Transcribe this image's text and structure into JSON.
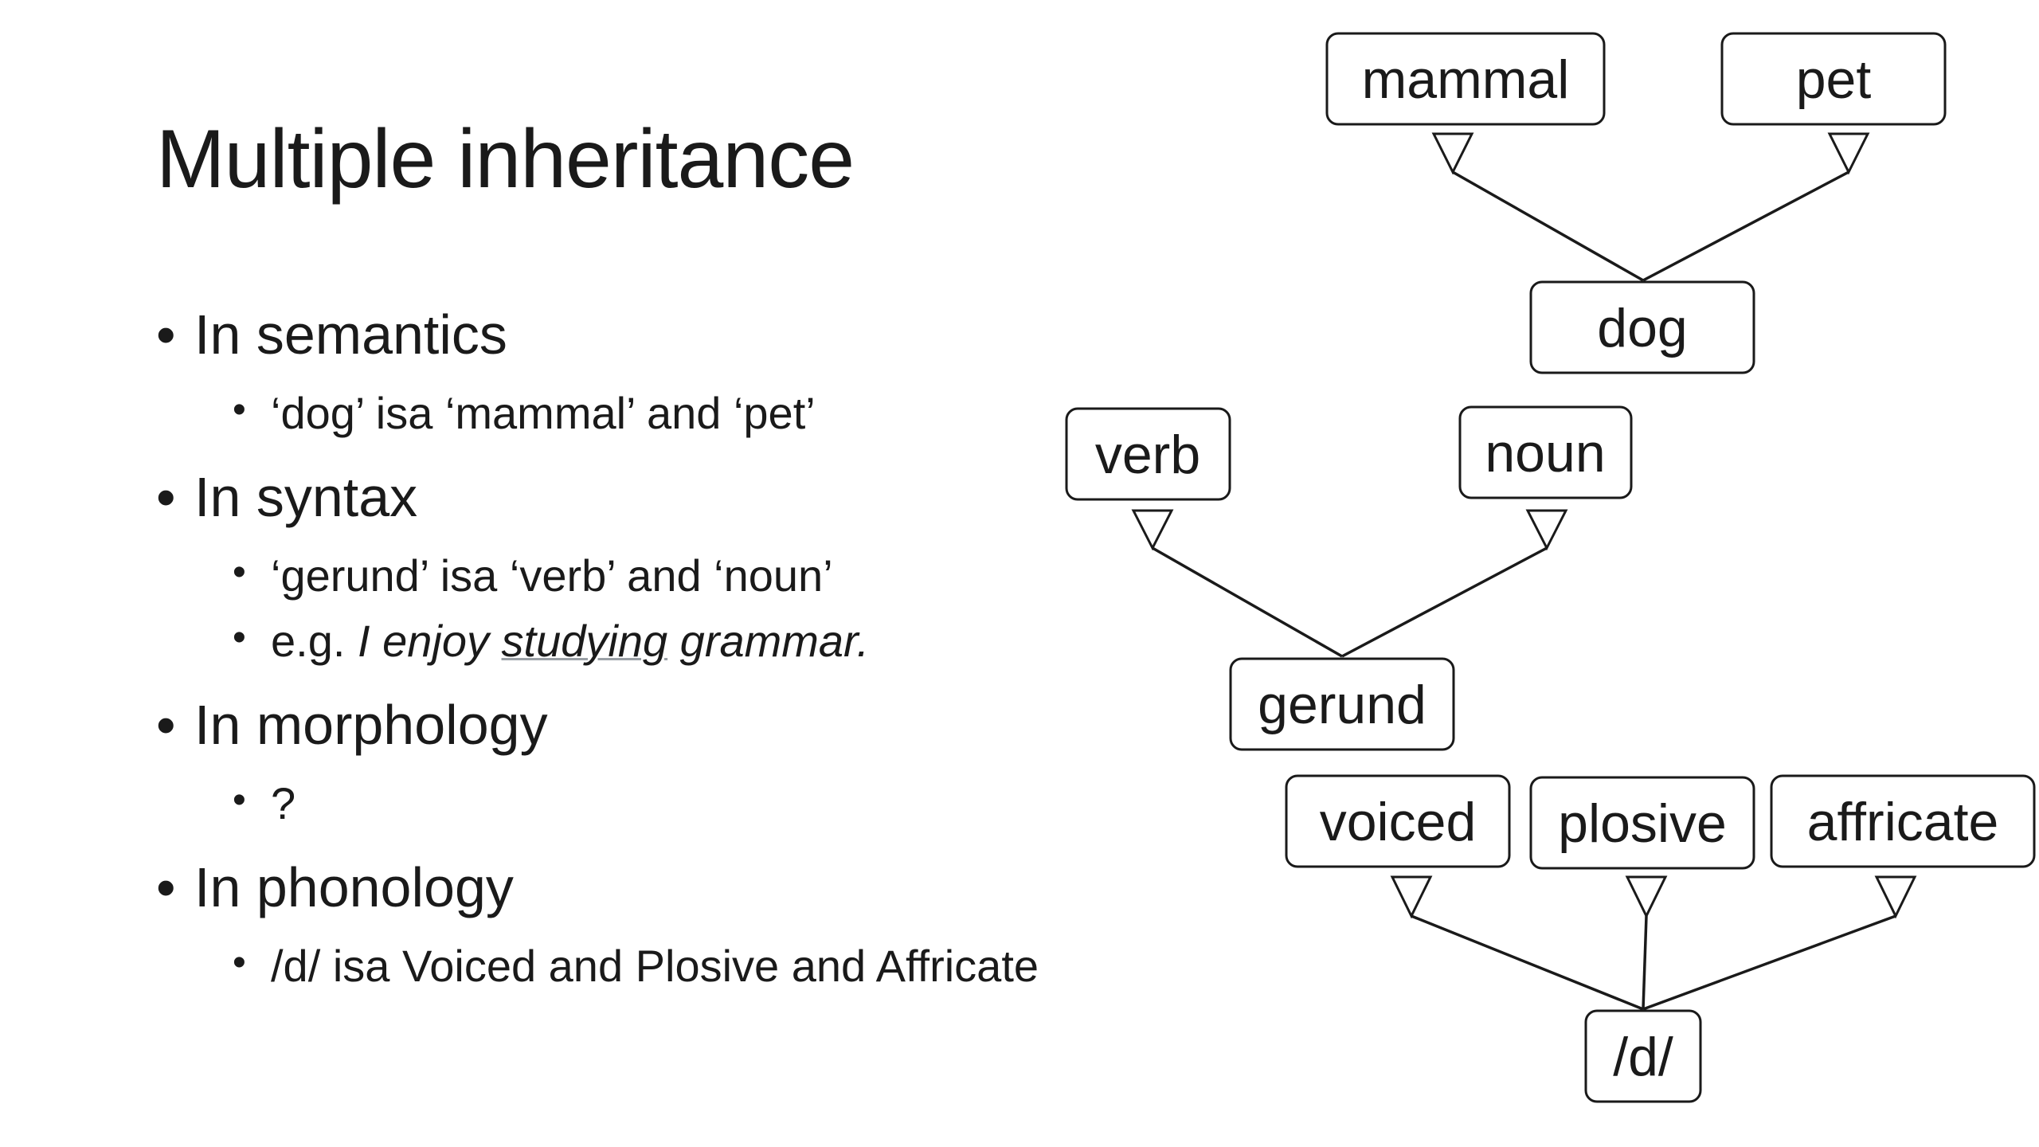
{
  "slide": {
    "title": "Multiple inheritance"
  },
  "bullets": [
    {
      "text": "In semantics",
      "sub": [
        {
          "text": "‘dog’ isa ‘mammal’ and ‘pet’"
        }
      ]
    },
    {
      "text": "In syntax",
      "sub": [
        {
          "text": "‘gerund’ isa ‘verb’ and ‘noun’"
        },
        {
          "prefix": "e.g. ",
          "italic_before": "I enjoy ",
          "italic_underlined": "studying",
          "italic_after": " grammar."
        }
      ]
    },
    {
      "text": "In morphology",
      "sub": [
        {
          "text": "?"
        }
      ]
    },
    {
      "text": "In phonology",
      "sub": [
        {
          "text": "/d/ isa Voiced and Plosive and Affricate"
        }
      ]
    }
  ],
  "diagram": {
    "nodes": {
      "mammal": "mammal",
      "pet": "pet",
      "dog": "dog",
      "verb": "verb",
      "noun": "noun",
      "gerund": "gerund",
      "voiced": "voiced",
      "plosive": "plosive",
      "affricate": "affricate",
      "d": "/d/"
    },
    "isa_edges": [
      {
        "child": "dog",
        "parent": "mammal"
      },
      {
        "child": "dog",
        "parent": "pet"
      },
      {
        "child": "gerund",
        "parent": "verb"
      },
      {
        "child": "gerund",
        "parent": "noun"
      },
      {
        "child": "d",
        "parent": "voiced"
      },
      {
        "child": "d",
        "parent": "plosive"
      },
      {
        "child": "d",
        "parent": "affricate"
      }
    ]
  }
}
